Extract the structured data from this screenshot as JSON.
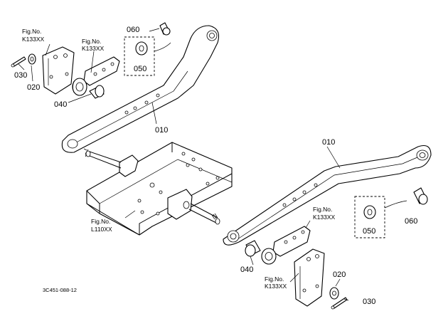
{
  "parts": {
    "p010": "010",
    "p020": "020",
    "p030": "030",
    "p040": "040",
    "p050": "050",
    "p060": "060"
  },
  "figure_refs": {
    "label": "Fig.No.",
    "k133": "K133XX",
    "l110": "L110XX"
  },
  "drawing_code": "3C451-088-12"
}
